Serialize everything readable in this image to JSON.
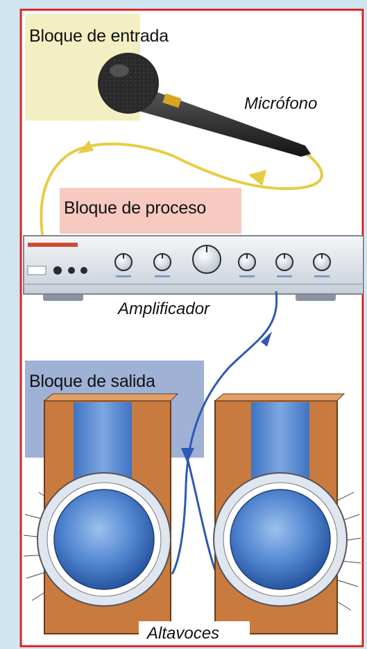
{
  "blocks": {
    "input": "Bloque de entrada",
    "process": "Bloque de proceso",
    "output": "Bloque de salida"
  },
  "devices": {
    "microphone": "Micrófono",
    "amplifier": "Amplificador",
    "speakers": "Altavoces"
  },
  "colors": {
    "frame": "#d81e1e",
    "input_block": "#f4efc2",
    "process_block": "#f7c9c0",
    "output_block": "#9fb2d6",
    "cable_yellow": "#e6cc45",
    "cable_blue": "#2d58b4",
    "speaker_wood": "#c97a3f",
    "speaker_cone": "#4f84cf"
  }
}
